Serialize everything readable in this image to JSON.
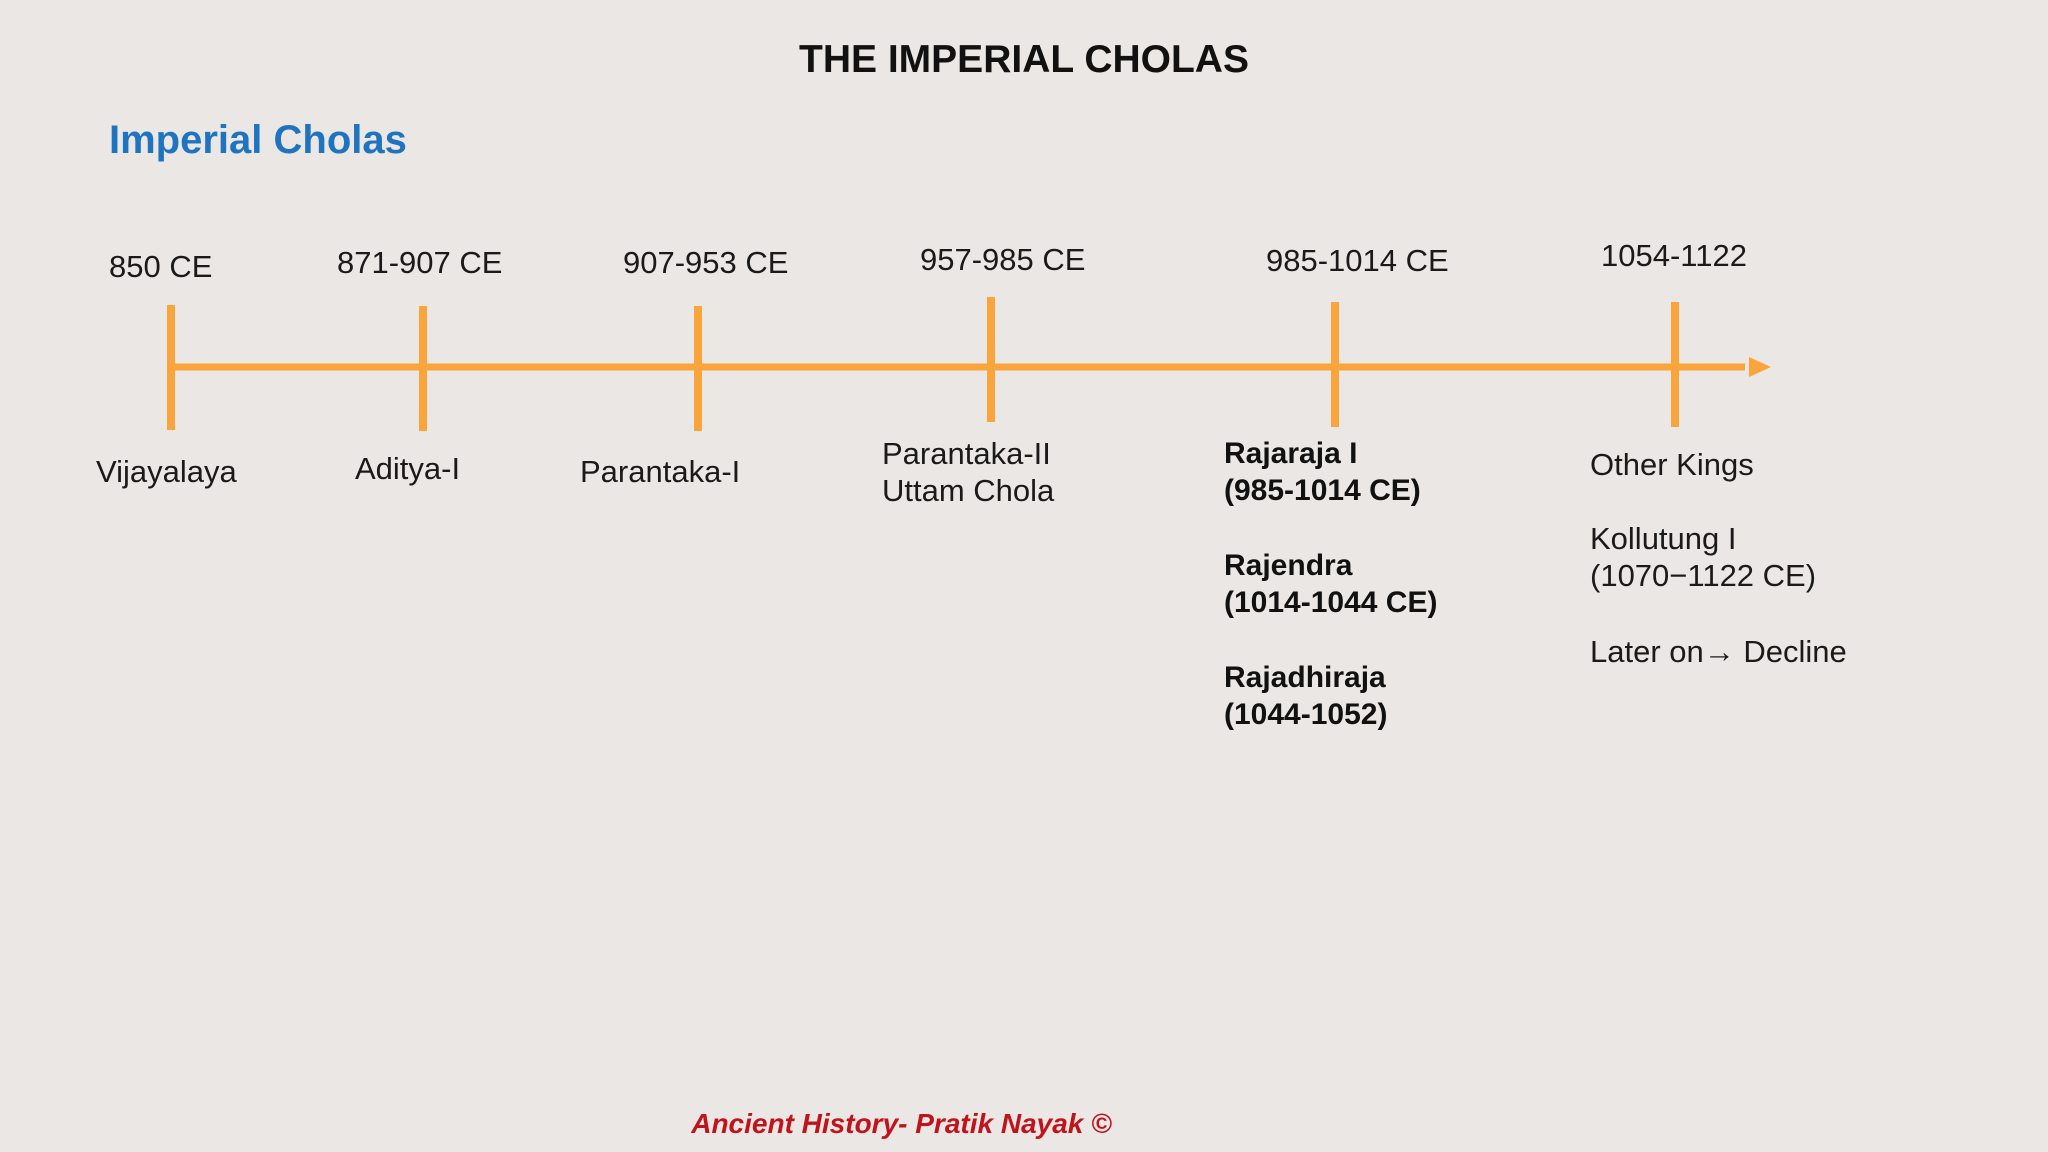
{
  "slide": {
    "title": "THE IMPERIAL CHOLAS",
    "subtitle": "Imperial Cholas",
    "footer": "Ancient History- Pratik Nayak ©"
  },
  "timeline": {
    "line_color": "#f9a53b",
    "events": [
      {
        "date": "850 CE",
        "label": "Vijayalaya"
      },
      {
        "date": "871-907 CE",
        "label": "Aditya-I"
      },
      {
        "date": "907-953 CE",
        "label": "Parantaka-I"
      },
      {
        "date": "957-985 CE",
        "label_line1": "Parantaka-II",
        "label_line2": "Uttam Chola"
      },
      {
        "date": "985-1014 CE",
        "rulers": [
          {
            "name": "Rajaraja I",
            "years": "(985-1014 CE)"
          },
          {
            "name": "Rajendra",
            "years": "(1014-1044 CE)"
          },
          {
            "name": "Rajadhiraja",
            "years": "(1044-1052)"
          }
        ]
      },
      {
        "date": "1054-1122",
        "label": "Other Kings",
        "sub_name": "Kollutung I",
        "sub_years": "(1070−1122 CE)",
        "note_prefix": "Later on",
        "note_arrow": "→",
        "note_suffix": " Decline"
      }
    ]
  }
}
